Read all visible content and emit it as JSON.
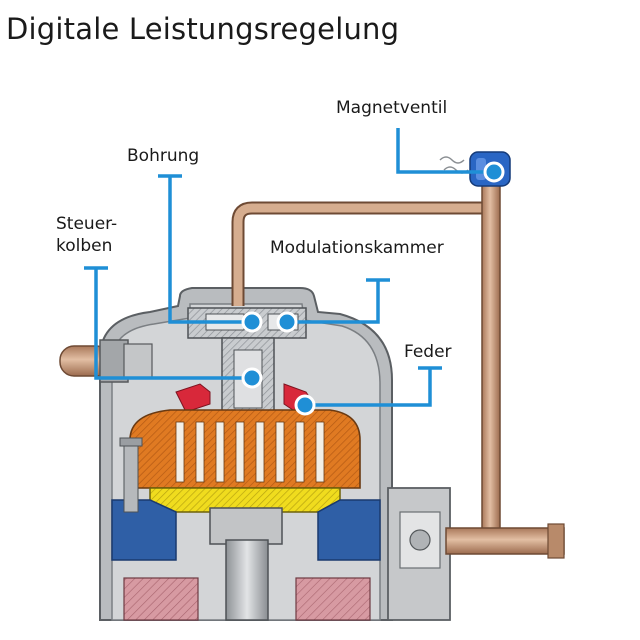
{
  "title": "Digitale Leistungsregelung",
  "labels": {
    "magnetventil": "Magnetventil",
    "bohrung": "Bohrung",
    "steuerkolben_line1": "Steuer-",
    "steuerkolben_line2": "kolben",
    "modulationskammer": "Modulationskammer",
    "feder": "Feder"
  },
  "colors": {
    "callout": "#1f8fd6",
    "shell_gray": "#b9bcbf",
    "pipe_copper": "#c79a78",
    "scroll_orange": "#e07a22",
    "scroll_yellow": "#f0dc1e",
    "valve_blue": "#2a66c4",
    "seal_red": "#d8283a",
    "motor_pink": "#d79aa2",
    "base_blue": "#2f5fa6"
  },
  "icons": {
    "callout_marker": "circle-dot-icon",
    "solenoid": "solenoid-valve-icon"
  }
}
